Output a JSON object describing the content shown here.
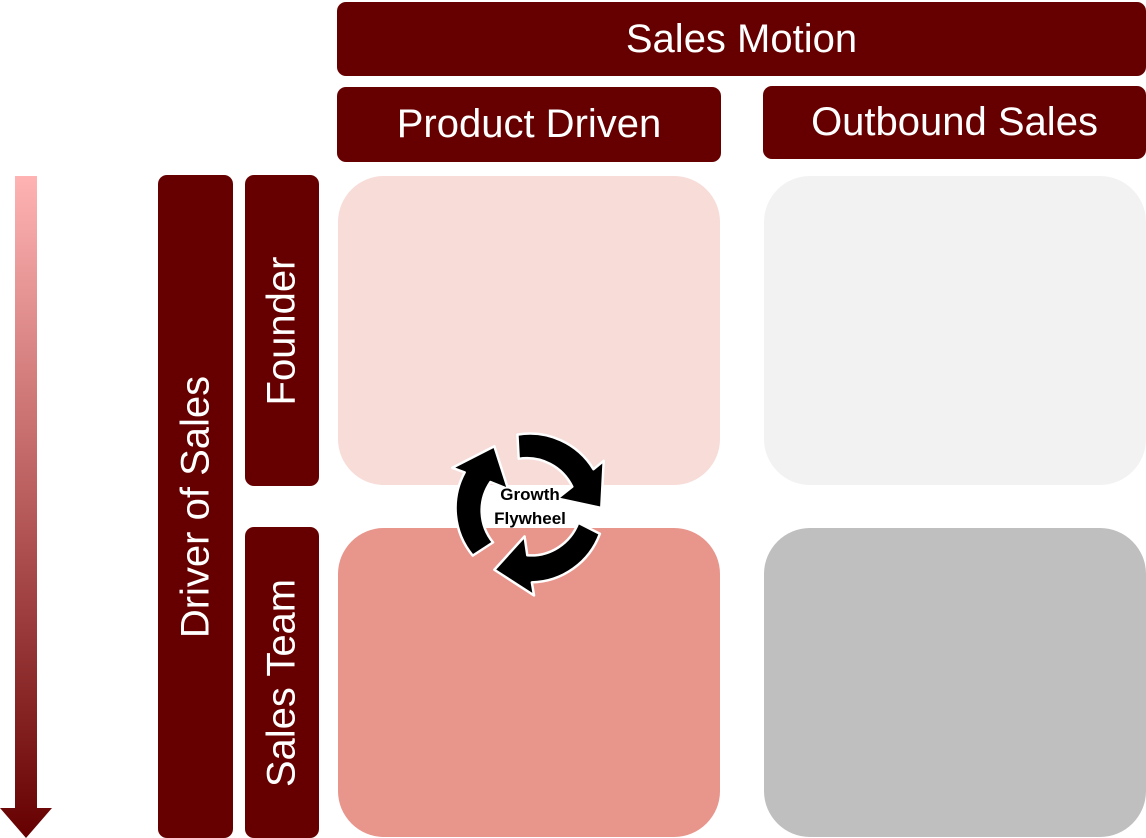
{
  "title": "Sales Motion",
  "columns": [
    "Product Driven",
    "Outbound Sales"
  ],
  "row_axis": "Driver of Sales",
  "rows": [
    "Founder",
    "Sales Team"
  ],
  "flywheel": {
    "line1": "Growth",
    "line2": "Flywheel"
  },
  "colors": {
    "header": "#660000",
    "product_founder": "#f7dcd8",
    "outbound_founder": "#f2f2f2",
    "product_sales_team": "#e8958c",
    "outbound_sales_team": "#bfbfbf",
    "arrow_top": "#ffb3b3",
    "arrow_bottom": "#660000"
  }
}
